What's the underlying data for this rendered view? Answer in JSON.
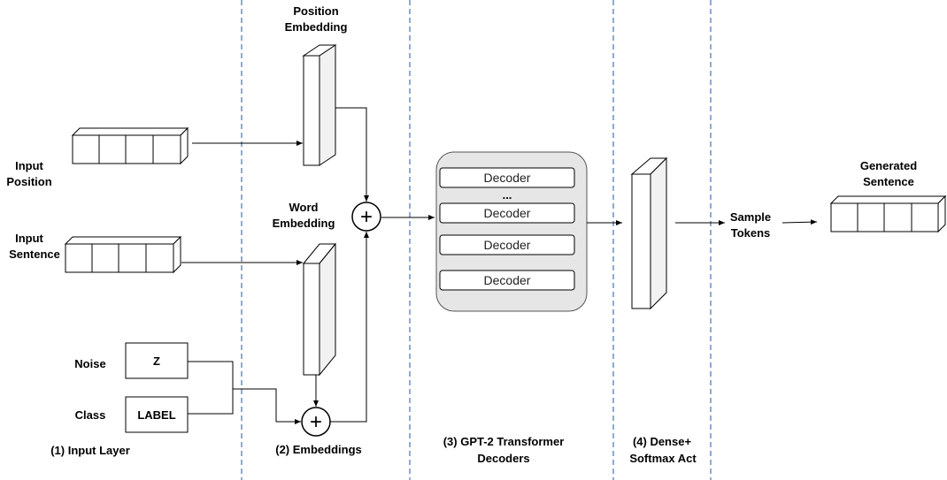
{
  "sections": {
    "input_layer": "(1) Input Layer",
    "embeddings": "(2) Embeddings",
    "gpt2_line1": "(3) GPT-2 Transformer",
    "gpt2_line2": "Decoders",
    "dense_line1": "(4) Dense+",
    "dense_line2": "Softmax Act"
  },
  "labels": {
    "position_embedding_line1": "Position",
    "position_embedding_line2": "Embedding",
    "word_embedding_line1": "Word",
    "word_embedding_line2": "Embedding",
    "input_position_line1": "Input",
    "input_position_line2": "Position",
    "input_sentence_line1": "Input",
    "input_sentence_line2": "Sentence",
    "noise": "Noise",
    "class": "Class",
    "z": "Z",
    "label": "LABEL",
    "sample_tokens_line1": "Sample",
    "sample_tokens_line2": "Tokens",
    "generated_sentence_line1": "Generated",
    "generated_sentence_line2": "Sentence",
    "ellipsis": "...",
    "plus": "+"
  },
  "decoders": [
    "Decoder",
    "Decoder",
    "Decoder",
    "Decoder"
  ],
  "colors": {
    "divider": "#6c8ebf",
    "decoder_panel": "#e6e6e6",
    "embedding_side": "#f2f2f2"
  }
}
